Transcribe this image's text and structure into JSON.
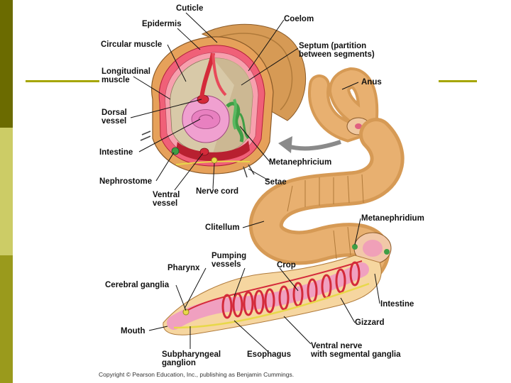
{
  "colors": {
    "sidebar_dark": "#6b6b00",
    "sidebar_light": "#cccc66",
    "sidebar_mid": "#9a9a1c",
    "rule": "#a6a600",
    "worm_skin": "#e0a860",
    "vessel_red": "#d42a3a",
    "nephridium_green": "#3f9e45",
    "nerve_yellow": "#e8d84a"
  },
  "labels": {
    "cuticle": "Cuticle",
    "epidermis": "Epidermis",
    "circular_muscle": "Circular muscle",
    "longitudinal_muscle": "Longitudinal\nmuscle",
    "dorsal_vessel": "Dorsal\nvessel",
    "intestine_cross": "Intestine",
    "nephrostome": "Nephrostome",
    "ventral_vessel": "Ventral\nvessel",
    "nerve_cord": "Nerve cord",
    "setae": "Setae",
    "metanephricium": "Metanephricium",
    "coelom": "Coelom",
    "septum": "Septum (partition\nbetween segments)",
    "anus": "Anus",
    "clitellum": "Clitellum",
    "metanephridium": "Metanephridium",
    "pharynx": "Pharynx",
    "pumping_vessels": "Pumping\nvessels",
    "crop": "Crop",
    "cerebral_ganglia": "Cerebral ganglia",
    "intestine_body": "Intestine",
    "mouth": "Mouth",
    "gizzard": "Gizzard",
    "subpharyngeal_ganglion": "Subpharyngeal\nganglion",
    "esophagus": "Esophagus",
    "ventral_nerve": "Ventral nerve\nwith segmental ganglia"
  },
  "copyright": "Copyright © Pearson Education, Inc., publishing as Benjamin Cummings."
}
